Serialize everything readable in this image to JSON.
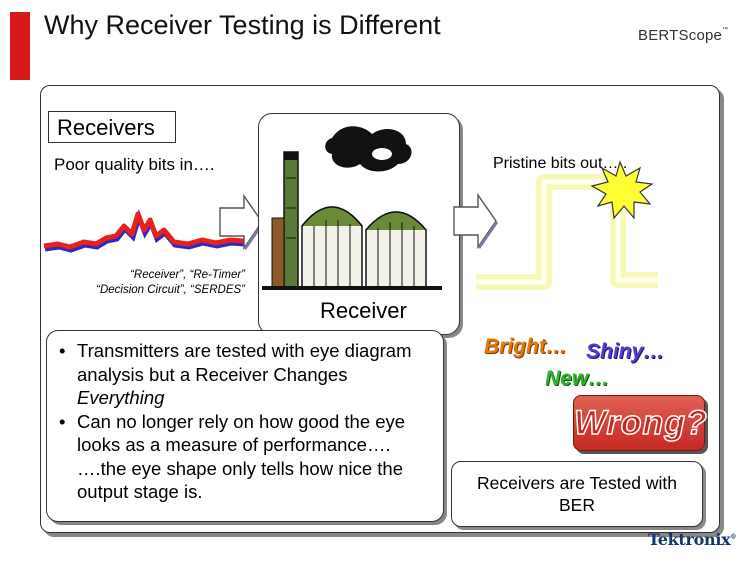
{
  "header": {
    "title": "Why Receiver Testing is Different",
    "brand": "BERTScope",
    "brand_mark": "™"
  },
  "left": {
    "box_label": "Receivers",
    "input_text": "Poor quality bits in….",
    "caption_lines": [
      "“Receiver”, “Re-Timer”",
      "“Decision Circuit”, “SERDES”"
    ]
  },
  "center": {
    "label": "Receiver"
  },
  "right": {
    "output_text": "Pristine bits out…..",
    "words": {
      "bright": "Bright…",
      "shiny": "Shiny…",
      "new": "New…",
      "wrong": "Wrong?"
    },
    "ber_box": {
      "line1": "Receivers are Tested with",
      "line2": "BER"
    }
  },
  "bullets": {
    "b1": {
      "pre": "Transmitters are tested with eye diagram analysis but a Receiver Changes ",
      "em": "Everything"
    },
    "b2": "Can no longer rely on how good the eye looks as a measure of performance….",
    "b2_cont": "….the eye shape only tells how nice the output stage is."
  },
  "footer": {
    "logo": "Tektronix",
    "logo_mark": "®"
  },
  "colors": {
    "accent_red": "#d7191c",
    "signal_red": "#e8221a",
    "signal_blue": "#2a2ac8",
    "tek_blue": "#14356e"
  }
}
